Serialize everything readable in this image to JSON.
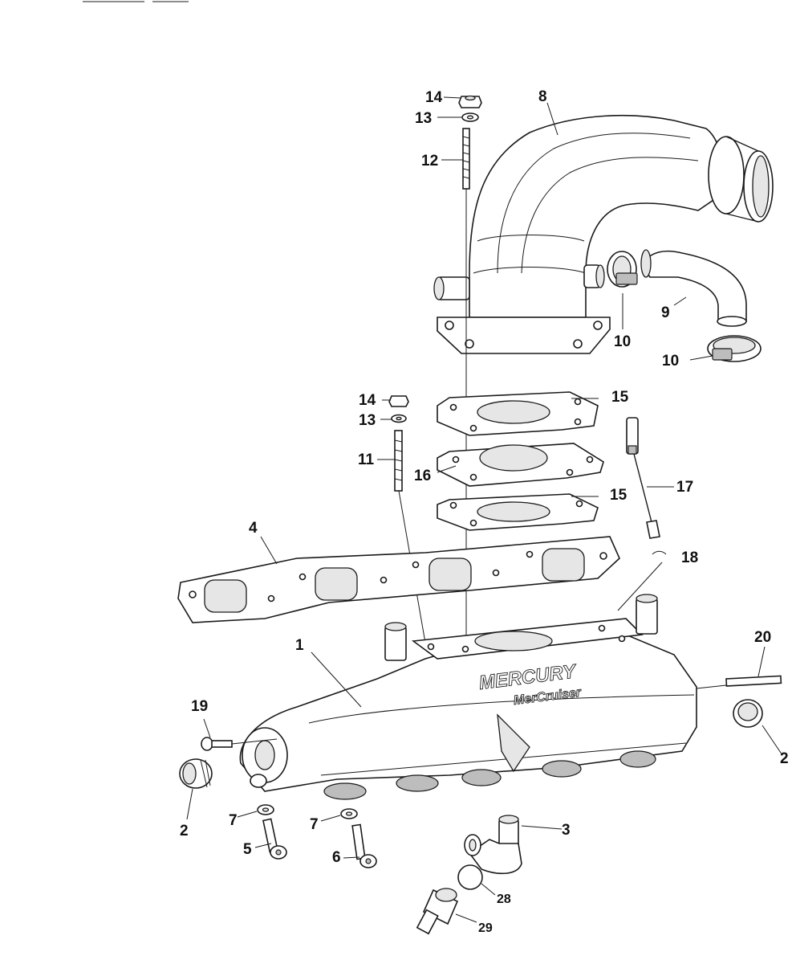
{
  "diagram": {
    "brand_primary": "MERCURY",
    "brand_secondary": "MerCruiser",
    "callouts": {
      "c1": "1",
      "c2a": "2",
      "c2b": "2",
      "c3": "3",
      "c4": "4",
      "c5": "5",
      "c6": "6",
      "c7a": "7",
      "c7b": "7",
      "c8": "8",
      "c9": "9",
      "c10a": "10",
      "c10b": "10",
      "c11": "11",
      "c12": "12",
      "c13a": "13",
      "c13b": "13",
      "c14a": "14",
      "c14b": "14",
      "c15a": "15",
      "c15b": "15",
      "c16": "16",
      "c17": "17",
      "c18": "18",
      "c19": "19",
      "c20": "20",
      "c28": "28",
      "c29": "29"
    }
  }
}
